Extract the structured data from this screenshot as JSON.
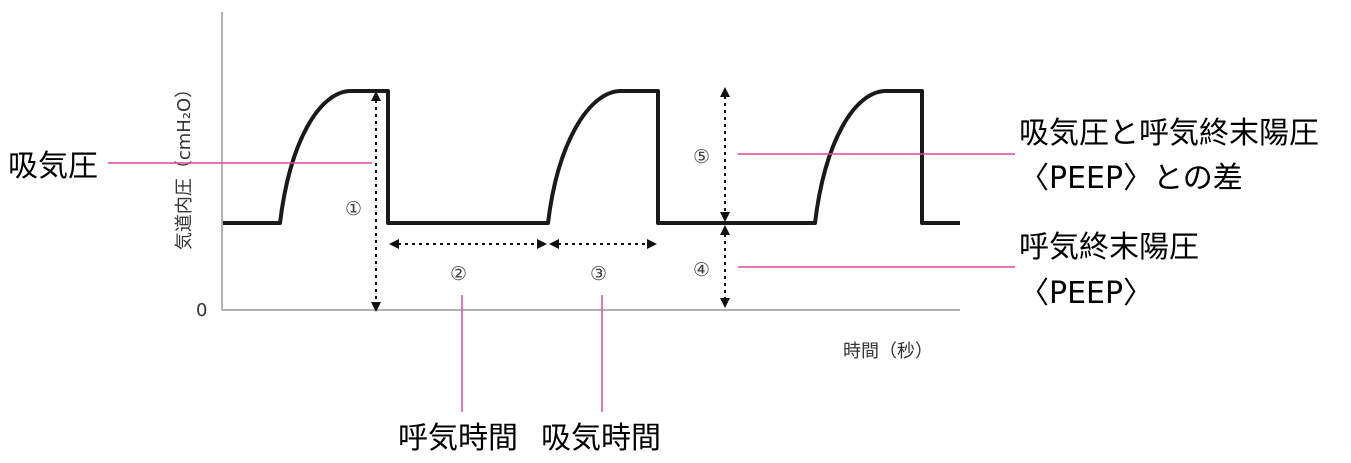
{
  "y_axis_label": "気道内圧（cmH₂O）",
  "y_zero_label": "0",
  "x_axis_label": "時間（秒）",
  "left_callout": "吸気圧",
  "right_callouts": [
    {
      "line1": "吸気圧と呼気終末陽圧",
      "line2": "〈PEEP〉との差"
    },
    {
      "line1": "呼気終末陽圧",
      "line2": "〈PEEP〉"
    }
  ],
  "bottom_callouts": [
    "呼気時間",
    "吸気時間"
  ],
  "markers": [
    "①",
    "②",
    "③",
    "④",
    "⑤"
  ],
  "colors": {
    "waveform": "#1a1a1a",
    "callout_line": "#e0479a",
    "axis": "#999999"
  }
}
